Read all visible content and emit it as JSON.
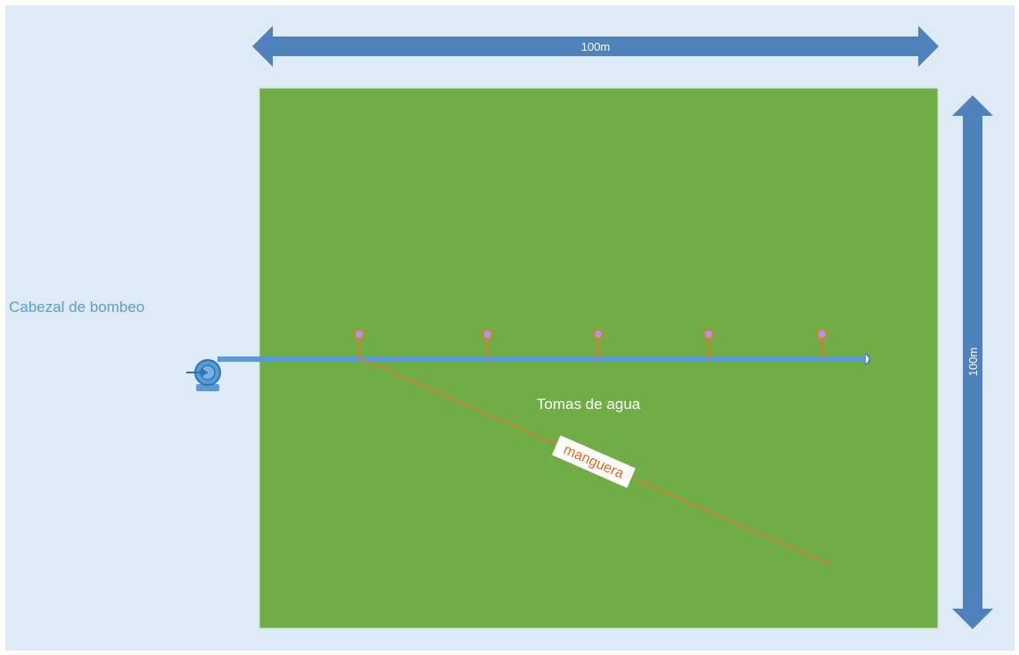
{
  "labels": {
    "width_dimension": "100m",
    "height_dimension": "100m",
    "pump_head": "Cabezal de bombeo",
    "water_outlets": "Tomas de agua",
    "hose": "manguera"
  },
  "outlets": {
    "count": 5
  },
  "colors": {
    "background": "#deebf7",
    "field": "#70ad47",
    "pipe": "#5b9bd5",
    "arrow": "#4f81bd",
    "hose": "#e07b2a",
    "outlet": "#9e9ef0"
  },
  "icons": {
    "pump": "pump-icon",
    "pipe_end": "pipe-end-cap-icon",
    "outlet": "water-outlet-icon"
  }
}
